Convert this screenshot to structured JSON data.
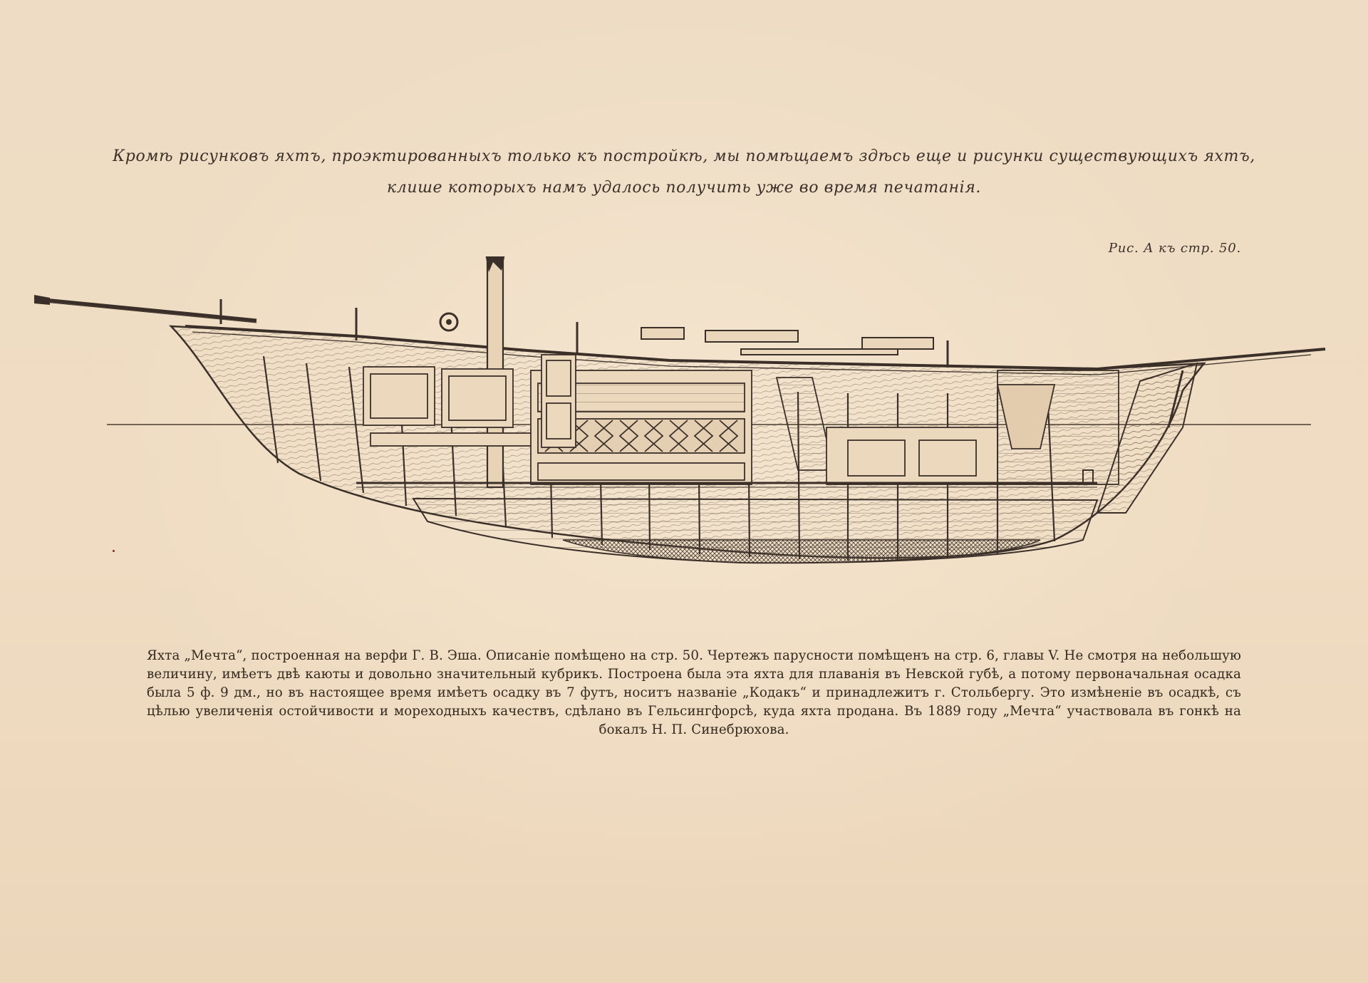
{
  "intro": {
    "line1": "Кромѣ рисунковъ яхтъ, проэктированныхъ только къ постройкѣ, мы помѣщаемъ здѣсь еще и рисунки существующихъ яхтъ,",
    "line2": "клише которыхъ намъ удалось получить уже во время печатанія."
  },
  "figure": {
    "reference": "Рис. А къ стр. 50."
  },
  "caption": {
    "text": "Яхта „Мечта“, построенная на верфи Г. В. Эша. Описаніе помѣщено на стр. 50. Чертежъ парусности помѣщенъ на стр. 6, главы V. Не смотря на небольшую величину, имѣетъ двѣ каюты и довольно значительный кубрикъ. Построена была эта яхта для плаванія въ Невской губѣ, а потому первоначальная осадка была 5 ф. 9 дм., но въ настоящее время имѣетъ осадку въ 7 футъ, носитъ названіе „Кодакъ“ и принадлежитъ г. Стольбергу. Это измѣненіе въ осадкѣ, съ цѣлью увеличенія остойчивости и мореходныхъ качествъ, сдѣлано въ Гельсингфорсѣ, куда яхта продана. Въ 1889 году „Мечта“ участвовала въ гонкѣ на бокалъ Н. П. Синебрюхова."
  },
  "colors": {
    "paper": "#efdcc3",
    "ink": "#3a2f27"
  }
}
